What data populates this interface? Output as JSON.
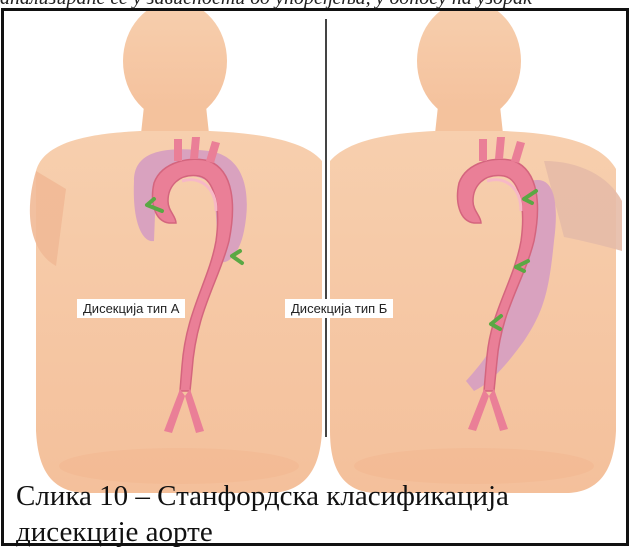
{
  "header_fragment": "анализираће се у зависности од упоређења, у односу на узорак",
  "figure": {
    "label_a": "Дисекција тип А",
    "label_b": "Дисекција тип Б"
  },
  "caption": {
    "line1": "Слика 10 – Станфордска класификација",
    "line2": "дисекције аорте"
  },
  "colors": {
    "skin": "#f6c8a2",
    "skin_shadow": "#efb790",
    "aorta": "#ea7f97",
    "aorta_highlight": "#f7b3c2",
    "dissection": "#d7a1bd",
    "arrow": "#5aa844",
    "divider": "#444444"
  }
}
